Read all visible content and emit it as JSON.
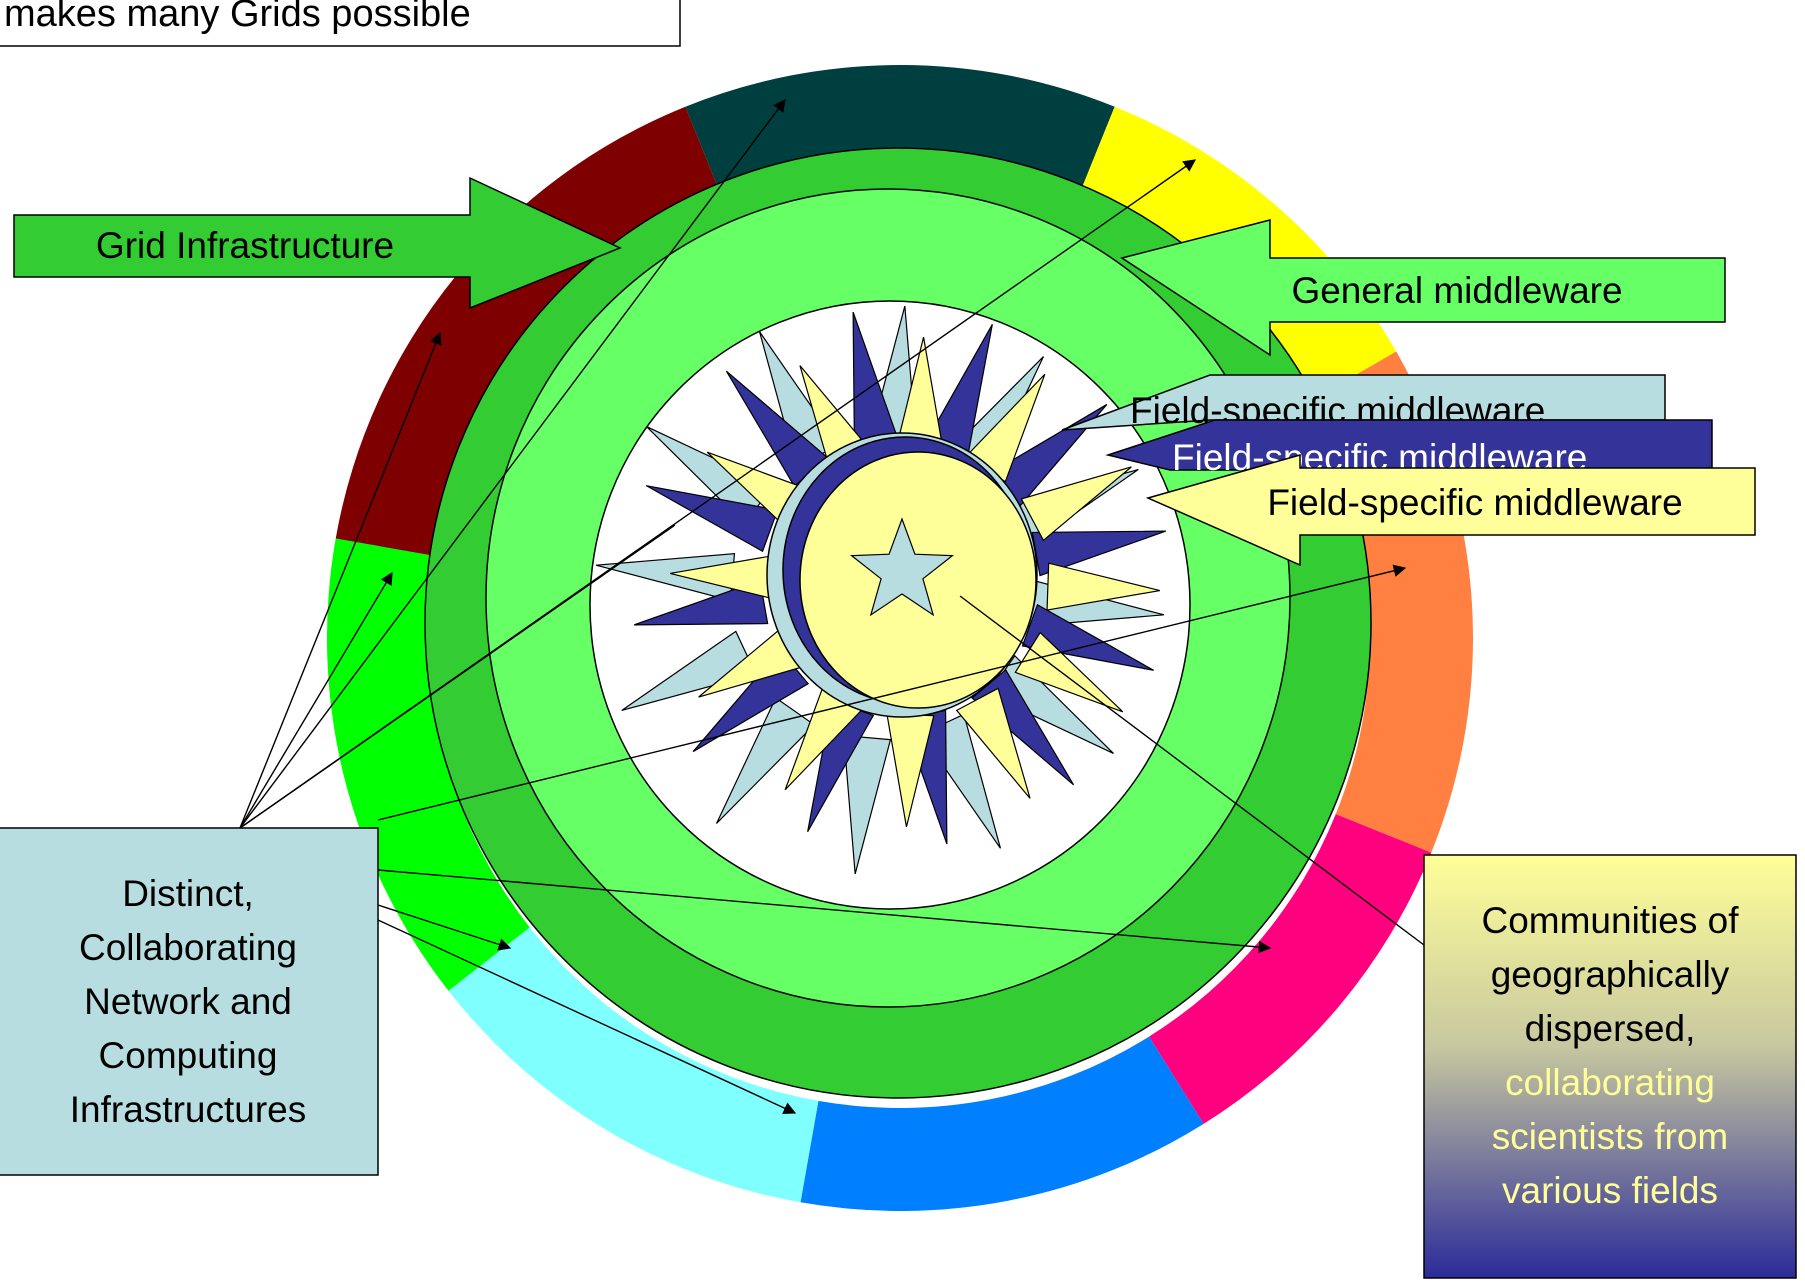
{
  "top_caption": "makes many Grids possible",
  "callouts": {
    "grid_infrastructure": "Grid Infrastructure",
    "general_middleware": "General middleware",
    "field_specific_1": "Field-specific middleware",
    "field_specific_2": "Field-specific middleware",
    "field_specific_3": "Field-specific middleware"
  },
  "left_box": {
    "lines": [
      "Distinct,",
      "Collaborating",
      "Network and",
      "Computing",
      "Infrastructures"
    ]
  },
  "right_box": {
    "lines_dark": [
      "Communities of",
      "geographically",
      "dispersed,"
    ],
    "lines_light": [
      "collaborating",
      "scientists from",
      "various fields"
    ]
  },
  "colors": {
    "outer_ring_segments": [
      "#003f3f",
      "#ffff00",
      "#ff8040",
      "#ff007f",
      "#0080ff",
      "#80ffff",
      "#00ff00",
      "#7f0000"
    ],
    "grid_ring": "#33cc33",
    "middleware_ring": "#66ff66",
    "field_light_blue": "#b8dde0",
    "field_navy": "#333399",
    "field_pale_yellow": "#ffff99",
    "left_box": "#b8dde0",
    "right_box_top": "#ffff99",
    "right_box_bottom": "#2b2b99"
  }
}
